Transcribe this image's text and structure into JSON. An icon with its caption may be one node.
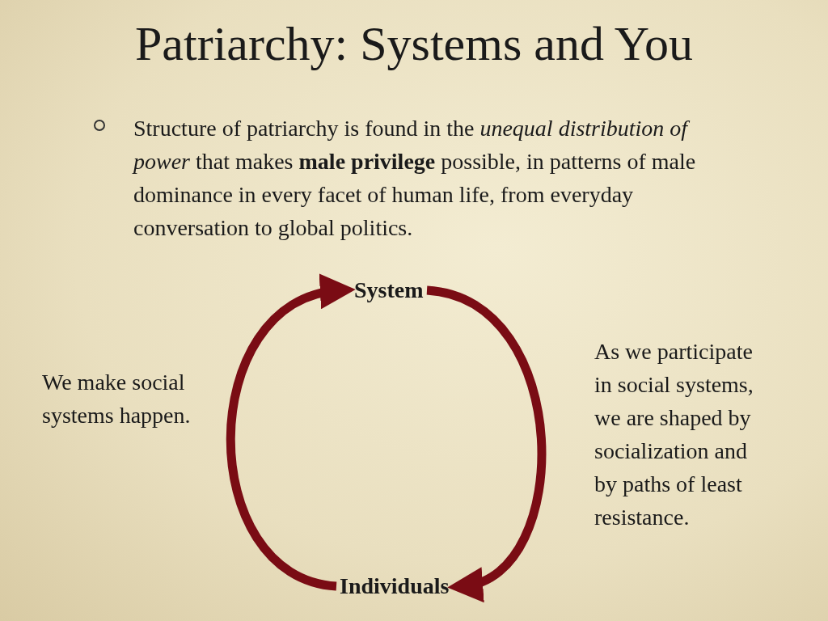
{
  "diagram": {
    "title": "Patriarchy: Systems and You",
    "nodes": [
      {
        "text": [
          "System"
        ]
      },
      {
        "text": [
          "Individuals"
        ]
      }
    ],
    "edges": [
      {
        "from": 1,
        "to": 0,
        "arrow": "to",
        "label": "We make social systems happen."
      },
      {
        "from": 0,
        "to": 1,
        "arrow": "to",
        "label": "As we participate in social systems, we are shaped by socialization and by paths of least resistance."
      }
    ],
    "labels": [
      "Structure of patriarchy is found in the *unequal distribution of power* that makes **male privilege** possible, in patterns of male dominance in every facet of human life, from everyday conversation to global politics."
    ]
  }
}
